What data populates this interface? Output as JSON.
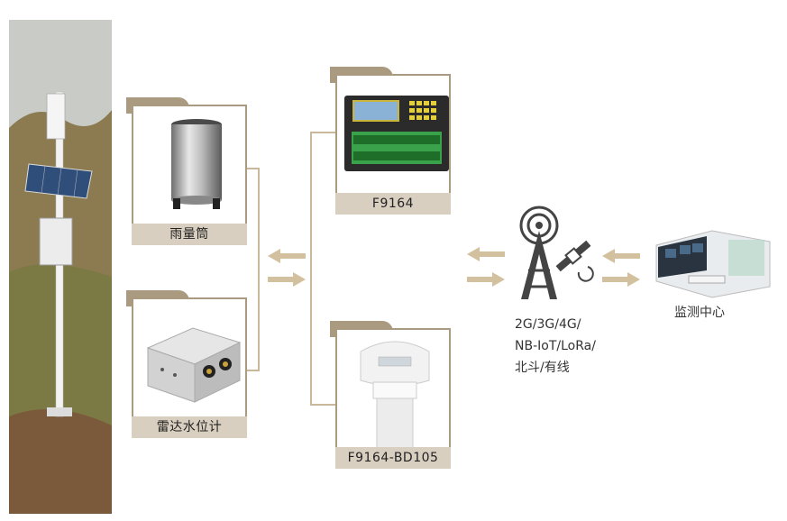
{
  "cards": {
    "rain_gauge": {
      "label": "雨量筒"
    },
    "radar_level": {
      "label": "雷达水位计"
    },
    "f9164": {
      "label": "F9164"
    },
    "f9164_bd105": {
      "label": "F9164-BD105"
    }
  },
  "network": {
    "lines": [
      "2G/3G/4G/",
      "NB-IoT/LoRa/",
      "北斗/有线"
    ]
  },
  "monitoring_center": {
    "label": "监测中心"
  },
  "colors": {
    "accent": "#a99a80",
    "label_bg": "#d9cfc0",
    "arrow": "#d2c09e"
  }
}
